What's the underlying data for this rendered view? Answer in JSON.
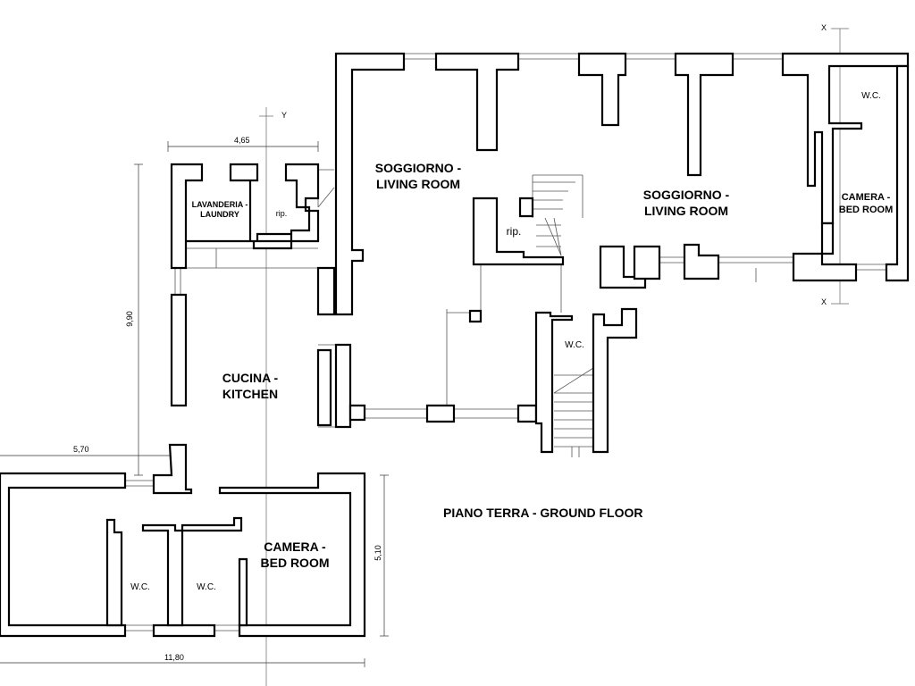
{
  "title": "PIANO TERRA - GROUND FLOOR",
  "rooms": {
    "living_room_1": [
      "SOGGIORNO -",
      "LIVING ROOM"
    ],
    "living_room_2": [
      "SOGGIORNO -",
      "LIVING ROOM"
    ],
    "bedroom_right": [
      "CAMERA -",
      "BED ROOM"
    ],
    "bedroom_bottom": [
      "CAMERA -",
      "BED ROOM"
    ],
    "kitchen": [
      "CUCINA -",
      "KITCHEN"
    ],
    "laundry": [
      "LAVANDERIA -",
      "LAUNDRY"
    ],
    "storage_top": "rip.",
    "storage_living": "rip.",
    "wc_top_right": "W.C.",
    "wc_center": "W.C.",
    "wc_bottom_left": "W.C.",
    "wc_bottom_middle": "W.C."
  },
  "dimensions": {
    "top_width": "4,65",
    "kitchen_height": "9,90",
    "left_offset": "5,70",
    "bottom_width": "11,80",
    "bottom_height": "5,10"
  },
  "axes": {
    "x_top": "X",
    "x_bottom": "X",
    "y_top": "Y"
  },
  "colors": {
    "line": "#000000",
    "thin_line": "#555555",
    "background": "#ffffff"
  }
}
